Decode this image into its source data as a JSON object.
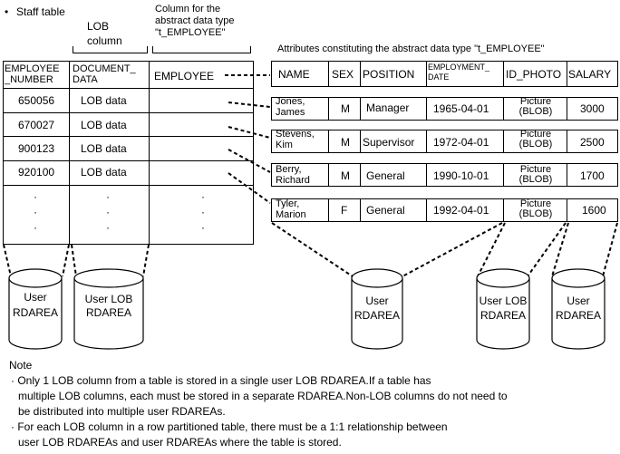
{
  "title": "Staff table",
  "bullet": "•",
  "labels": {
    "lob_column_line1": "LOB",
    "lob_column_line2": "column",
    "abstract_col_line1": "Column for the",
    "abstract_col_line2": "abstract data type",
    "abstract_col_line3": "\"t_EMPLOYEE\"",
    "attributes_caption": "Attributes constituting the abstract data type \"t_EMPLOYEE\""
  },
  "staff_table": {
    "headers": {
      "employee_number_1": "EMPLOYEE",
      "employee_number_2": "_NUMBER",
      "document_data_1": "DOCUMENT_",
      "document_data_2": "DATA",
      "employee": "EMPLOYEE"
    },
    "rows": [
      {
        "number": "650056",
        "document": "LOB data"
      },
      {
        "number": "670027",
        "document": "LOB data"
      },
      {
        "number": "900123",
        "document": "LOB data"
      },
      {
        "number": "920100",
        "document": "LOB data"
      }
    ],
    "ellipsis": "·"
  },
  "attributes": {
    "headers": {
      "name": "NAME",
      "sex": "SEX",
      "position": "POSITION",
      "employment_date_1": "EMPLOYMENT_",
      "employment_date_2": "DATE",
      "id_photo": "ID_PHOTO",
      "salary": "SALARY"
    },
    "rows": [
      {
        "name1": "Jones,",
        "name2": "James",
        "sex": "M",
        "position": "Manager",
        "date": "1965-04-01",
        "photo1": "Picture",
        "photo2": "(BLOB)",
        "salary": "3000"
      },
      {
        "name1": "Stevens,",
        "name2": "Kim",
        "sex": "M",
        "position": "Supervisor",
        "date": "1972-04-01",
        "photo1": "Picture",
        "photo2": "(BLOB)",
        "salary": "2500"
      },
      {
        "name1": "Berry,",
        "name2": "Richard",
        "sex": "M",
        "position": "General",
        "date": "1990-10-01",
        "photo1": "Picture",
        "photo2": "(BLOB)",
        "salary": "1700"
      },
      {
        "name1": "Tyler,",
        "name2": "Marion",
        "sex": "F",
        "position": "General",
        "date": "1992-04-01",
        "photo1": "Picture",
        "photo2": "(BLOB)",
        "salary": "1600"
      }
    ]
  },
  "cylinders": {
    "user_rdarea_left_1": "User",
    "user_rdarea_left_2": "RDAREA",
    "user_lob_left_1": "User LOB",
    "user_lob_left_2": "RDAREA",
    "user_rdarea_mid_1": "User",
    "user_rdarea_mid_2": "RDAREA",
    "user_lob_right_1": "User LOB",
    "user_lob_right_2": "RDAREA",
    "user_rdarea_right_1": "User",
    "user_rdarea_right_2": "RDAREA"
  },
  "note": {
    "heading": "Note",
    "line1": "· Only 1 LOB column from a table is stored in a single user LOB RDAREA.If a table has",
    "line2": "multiple LOB columns, each must be stored in a separate RDAREA.Non-LOB columns do not need to",
    "line3": "be distributed into multiple user RDAREAs.",
    "line4": "· For each LOB column in a row partitioned table, there must be a 1:1 relationship between",
    "line5": "user LOB RDAREAs and user RDAREAs where the table is stored."
  }
}
